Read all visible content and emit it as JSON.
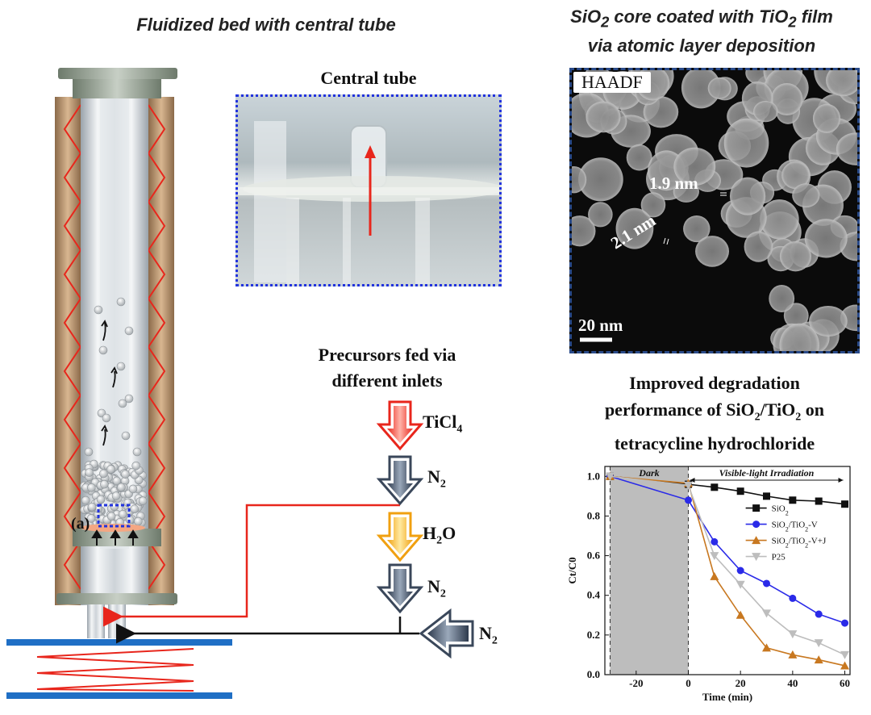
{
  "titles": {
    "left": "Fluidized bed with central tube",
    "right_line1_pre": "SiO",
    "right_line1_sub": "2",
    "right_line1_mid": " core coated with TiO",
    "right_line1_sub2": "2",
    "right_line1_post": " film",
    "right_line2": "via atomic layer deposition"
  },
  "photo": {
    "label": "Central tube"
  },
  "precursors": {
    "line1": "Precursors fed via",
    "line2": "different inlets"
  },
  "species": {
    "ticl4_main": "TiCl",
    "ticl4_sub": "4",
    "n2_main": "N",
    "n2_sub": "2",
    "h2o_main": "H",
    "h2o_sub": "2",
    "h2o_post": "O",
    "n2b_main": "N",
    "n2b_sub": "2",
    "n2c_main": "N",
    "n2c_sub": "2"
  },
  "reactor": {
    "label": "(a)"
  },
  "tem": {
    "badge": "HAADF",
    "m1": "1.9 nm",
    "m2": "2.1 nm",
    "scale": "20 nm"
  },
  "perf": {
    "line1": "Improved degradation",
    "line2_pre": "performance of SiO",
    "line2_sub": "2",
    "line2_mid": "/TiO",
    "line2_sub2": "2",
    "line2_post": " on",
    "line3": "tetracycline hydrochloride"
  },
  "colors": {
    "red": "#e8261c",
    "blue_line": "#1f6fc5",
    "arrow_dark": "#4a5568",
    "arrow_yellow": "#f0b92a"
  },
  "chart_data": {
    "type": "line",
    "xlabel": "Time (min)",
    "ylabel": "Ct/C0",
    "xlim": [
      -32,
      62
    ],
    "ylim": [
      0.0,
      1.05
    ],
    "x_ticks": [
      -20,
      0,
      20,
      40,
      60
    ],
    "y_ticks": [
      0.0,
      0.2,
      0.4,
      0.6,
      0.8,
      1.0
    ],
    "regions": [
      {
        "label": "Dark",
        "from": -30,
        "to": 0
      },
      {
        "label": "Visible-light Irradiation",
        "from": 0,
        "to": 60
      }
    ],
    "series": [
      {
        "name": "SiO2",
        "color": "#111111",
        "marker": "square",
        "x": [
          -30,
          0,
          10,
          20,
          30,
          40,
          50,
          60
        ],
        "y": [
          1.0,
          0.96,
          0.945,
          0.925,
          0.9,
          0.88,
          0.875,
          0.86
        ]
      },
      {
        "name": "SiO2/TiO2-V",
        "color": "#2a2ae8",
        "marker": "circle",
        "x": [
          -30,
          0,
          10,
          20,
          30,
          40,
          50,
          60
        ],
        "y": [
          1.0,
          0.88,
          0.67,
          0.525,
          0.46,
          0.385,
          0.305,
          0.26
        ]
      },
      {
        "name": "SiO2/TiO2-V+J",
        "color": "#c87820",
        "marker": "triangle-up",
        "x": [
          -30,
          0,
          10,
          20,
          30,
          40,
          50,
          60
        ],
        "y": [
          1.0,
          0.965,
          0.495,
          0.3,
          0.135,
          0.1,
          0.075,
          0.045
        ]
      },
      {
        "name": "P25",
        "color": "#bdbdbd",
        "marker": "triangle-down",
        "x": [
          -30,
          0,
          10,
          20,
          30,
          40,
          50,
          60
        ],
        "y": [
          1.0,
          0.955,
          0.6,
          0.455,
          0.31,
          0.205,
          0.16,
          0.1
        ]
      }
    ],
    "legend": [
      {
        "main": "SiO",
        "sub": "2",
        "rest": ""
      },
      {
        "main": "SiO",
        "sub": "2",
        "rest": "/TiO",
        "sub2": "2",
        "tail": "-V"
      },
      {
        "main": "SiO",
        "sub": "2",
        "rest": "/TiO",
        "sub2": "2",
        "tail": "-V+J"
      },
      {
        "main": "P25",
        "sub": "",
        "rest": ""
      }
    ],
    "legend_placement": "right"
  }
}
